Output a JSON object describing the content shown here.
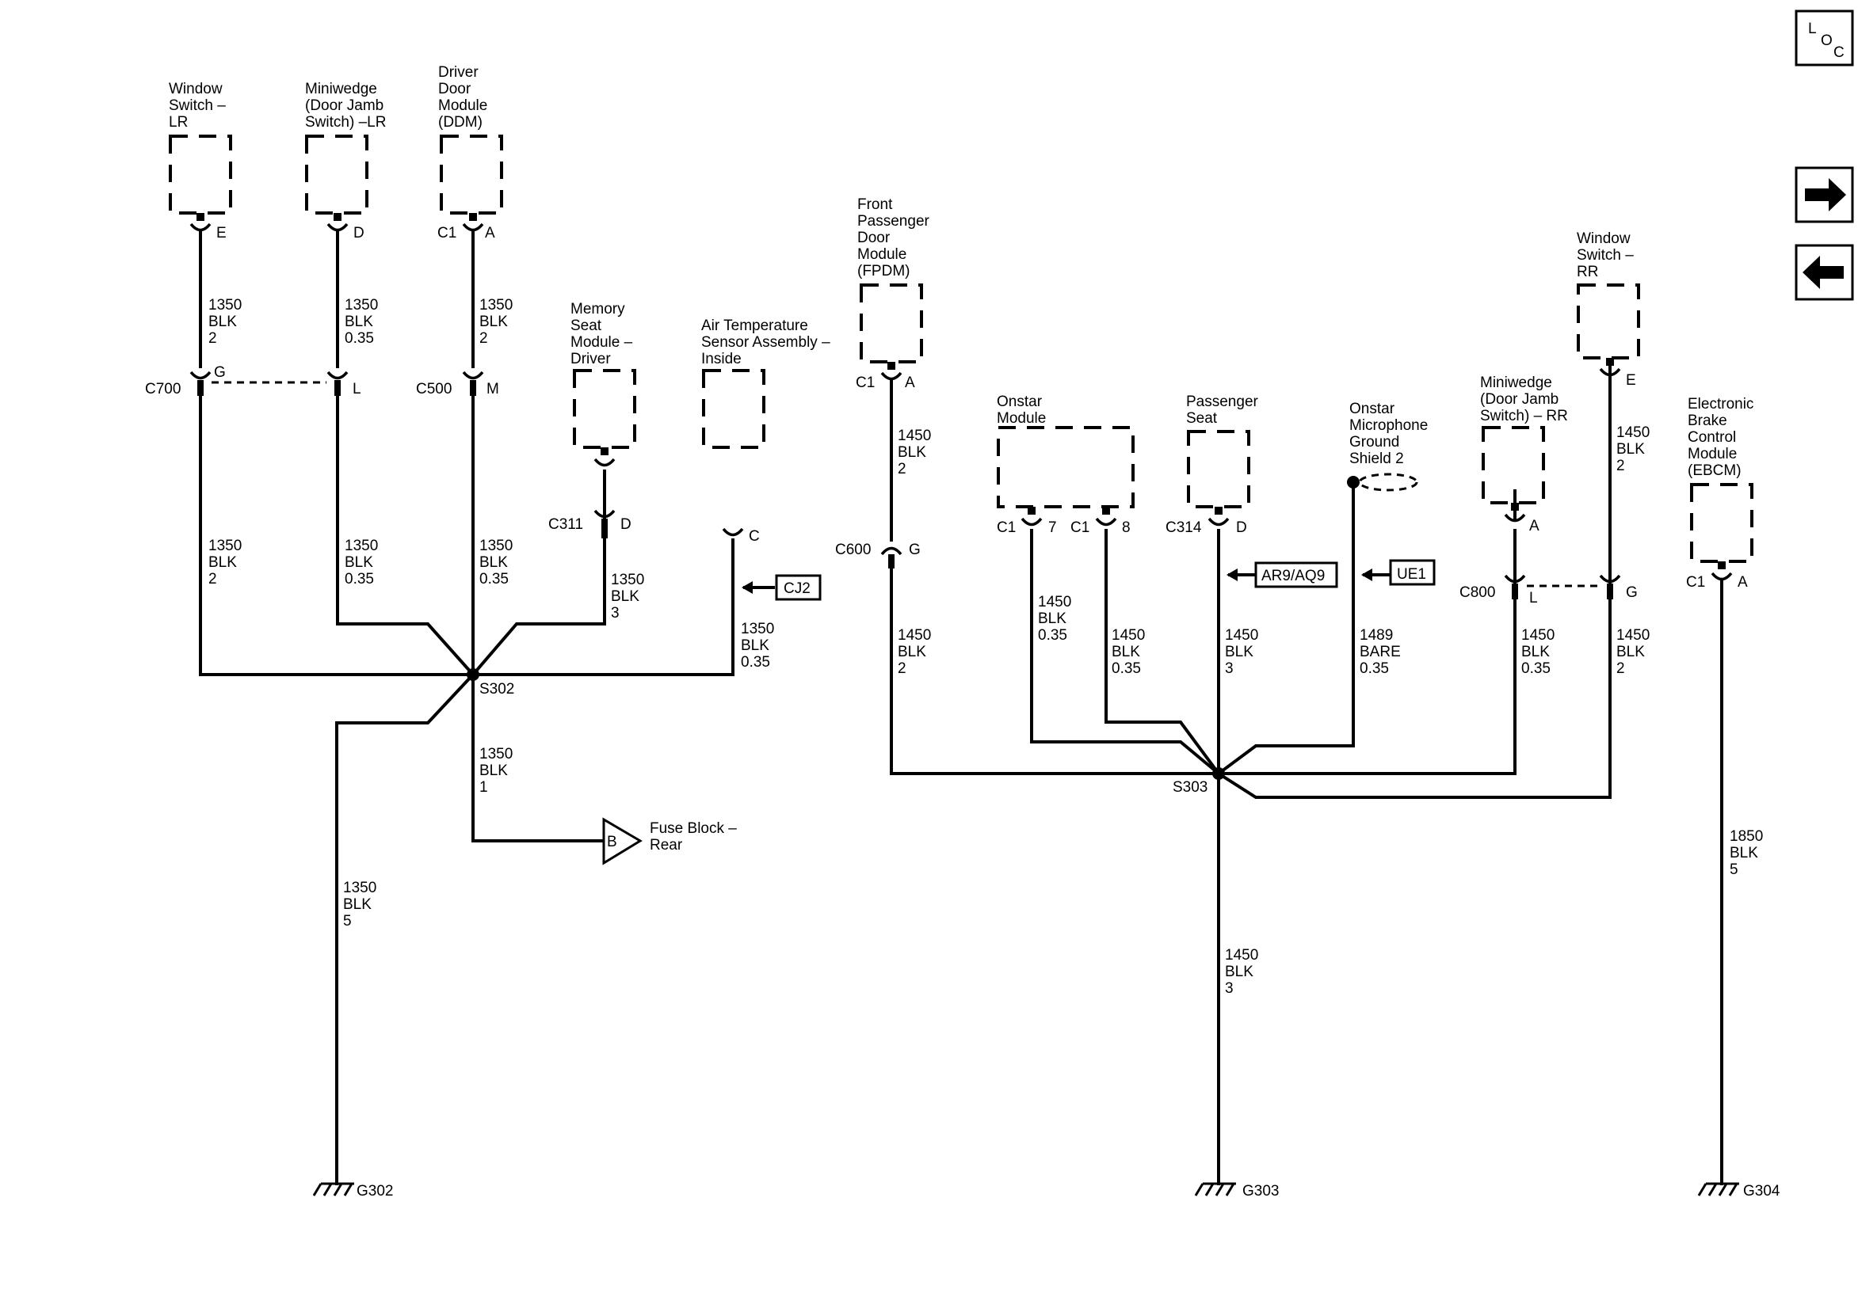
{
  "nav": {
    "loc_l": "L",
    "loc_o": "O",
    "loc_c": "C",
    "forward_icon": "arrow-right-icon",
    "back_icon": "arrow-left-icon"
  },
  "components": {
    "window_lr": [
      "Window",
      "Switch –",
      "LR"
    ],
    "miniwedge_lr": [
      "Miniwedge",
      "(Door Jamb",
      "Switch) –LR"
    ],
    "ddm": [
      "Driver",
      "Door",
      "Module",
      "(DDM)"
    ],
    "memory_seat": [
      "Memory",
      "Seat",
      "Module –",
      "Driver"
    ],
    "air_temp": [
      "Air Temperature",
      "Sensor Assembly –",
      "Inside"
    ],
    "fpdm": [
      "Front",
      "Passenger",
      "Door",
      "Module",
      "(FPDM)"
    ],
    "onstar": [
      "Onstar",
      "Module"
    ],
    "pass_seat": [
      "Passenger",
      "Seat"
    ],
    "onstar_mic": [
      "Onstar",
      "Microphone",
      "Ground",
      "Shield 2"
    ],
    "miniwedge_rr": [
      "Miniwedge",
      "(Door Jamb",
      "Switch) – RR"
    ],
    "window_rr": [
      "Window",
      "Switch –",
      "RR"
    ],
    "ebcm": [
      "Electronic",
      "Brake",
      "Control",
      "Module",
      "(EBCM)"
    ],
    "fuse_block": [
      "Fuse Block –",
      "Rear"
    ]
  },
  "pins": {
    "p_e1": "E",
    "p_d1": "D",
    "p_c1a": "C1",
    "p_a1": "A",
    "p_c700": "C700",
    "p_g1": "G",
    "p_l1": "L",
    "p_c500": "C500",
    "p_m": "M",
    "p_c311": "C311",
    "p_d2": "D",
    "p_c": "C",
    "p_c1b": "C1",
    "p_a2": "A",
    "p_c600": "C600",
    "p_g2": "G",
    "p_c1c": "C1",
    "p_7": "7",
    "p_c1d": "C1",
    "p_8": "8",
    "p_c314": "C314",
    "p_d3": "D",
    "p_a3": "A",
    "p_c800": "C800",
    "p_l2": "L",
    "p_g3": "G",
    "p_e2": "E",
    "p_c1e": "C1",
    "p_a4": "A",
    "p_b": "B"
  },
  "wires": [
    [
      "1350",
      "BLK",
      "2"
    ],
    [
      "1350",
      "BLK",
      "0.35"
    ],
    [
      "1350",
      "BLK",
      "2"
    ],
    [
      "1350",
      "BLK",
      "2"
    ],
    [
      "1350",
      "BLK",
      "0.35"
    ],
    [
      "1350",
      "BLK",
      "0.35"
    ],
    [
      "1350",
      "BLK",
      "3"
    ],
    [
      "1350",
      "BLK",
      "0.35"
    ],
    [
      "1350",
      "BLK",
      "1"
    ],
    [
      "1350",
      "BLK",
      "5"
    ],
    [
      "1450",
      "BLK",
      "2"
    ],
    [
      "1450",
      "BLK",
      "2"
    ],
    [
      "1450",
      "BLK",
      "0.35"
    ],
    [
      "1450",
      "BLK",
      "0.35"
    ],
    [
      "1450",
      "BLK",
      "3"
    ],
    [
      "1489",
      "BARE",
      "0.35"
    ],
    [
      "1450",
      "BLK",
      "0.35"
    ],
    [
      "1450",
      "BLK",
      "2"
    ],
    [
      "1450",
      "BLK",
      "2"
    ],
    [
      "1450",
      "BLK",
      "3"
    ],
    [
      "1850",
      "BLK",
      "5"
    ]
  ],
  "splices": {
    "s302": "S302",
    "s303": "S303"
  },
  "grounds": {
    "g302": "G302",
    "g303": "G303",
    "g304": "G304"
  },
  "options": {
    "cj2": "CJ2",
    "ar9": "AR9/AQ9",
    "ue1": "UE1"
  }
}
